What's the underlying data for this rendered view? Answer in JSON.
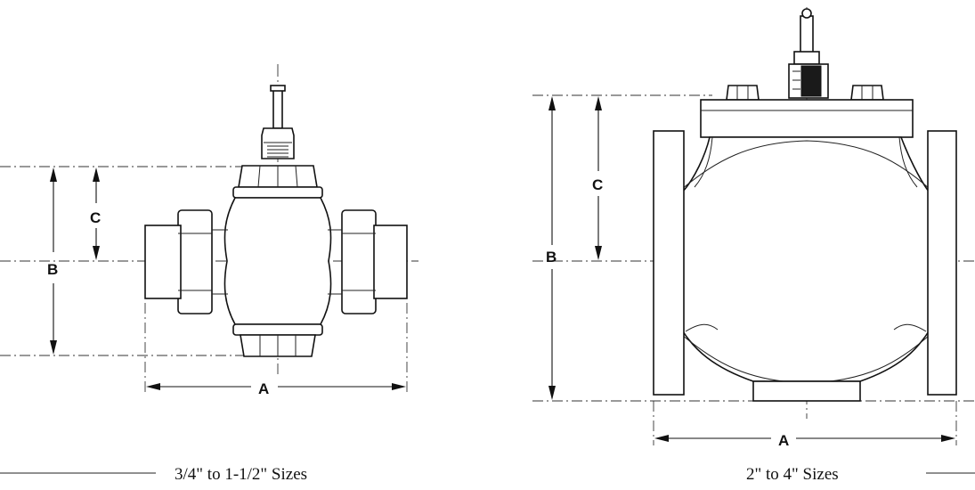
{
  "small_valve": {
    "caption": "3/4\" to 1-1/2\" Sizes",
    "dim_a": "A",
    "dim_b": "B",
    "dim_c": "C"
  },
  "large_valve": {
    "caption": "2\" to 4\" Sizes",
    "dim_a": "A",
    "dim_b": "B",
    "dim_c": "C"
  }
}
